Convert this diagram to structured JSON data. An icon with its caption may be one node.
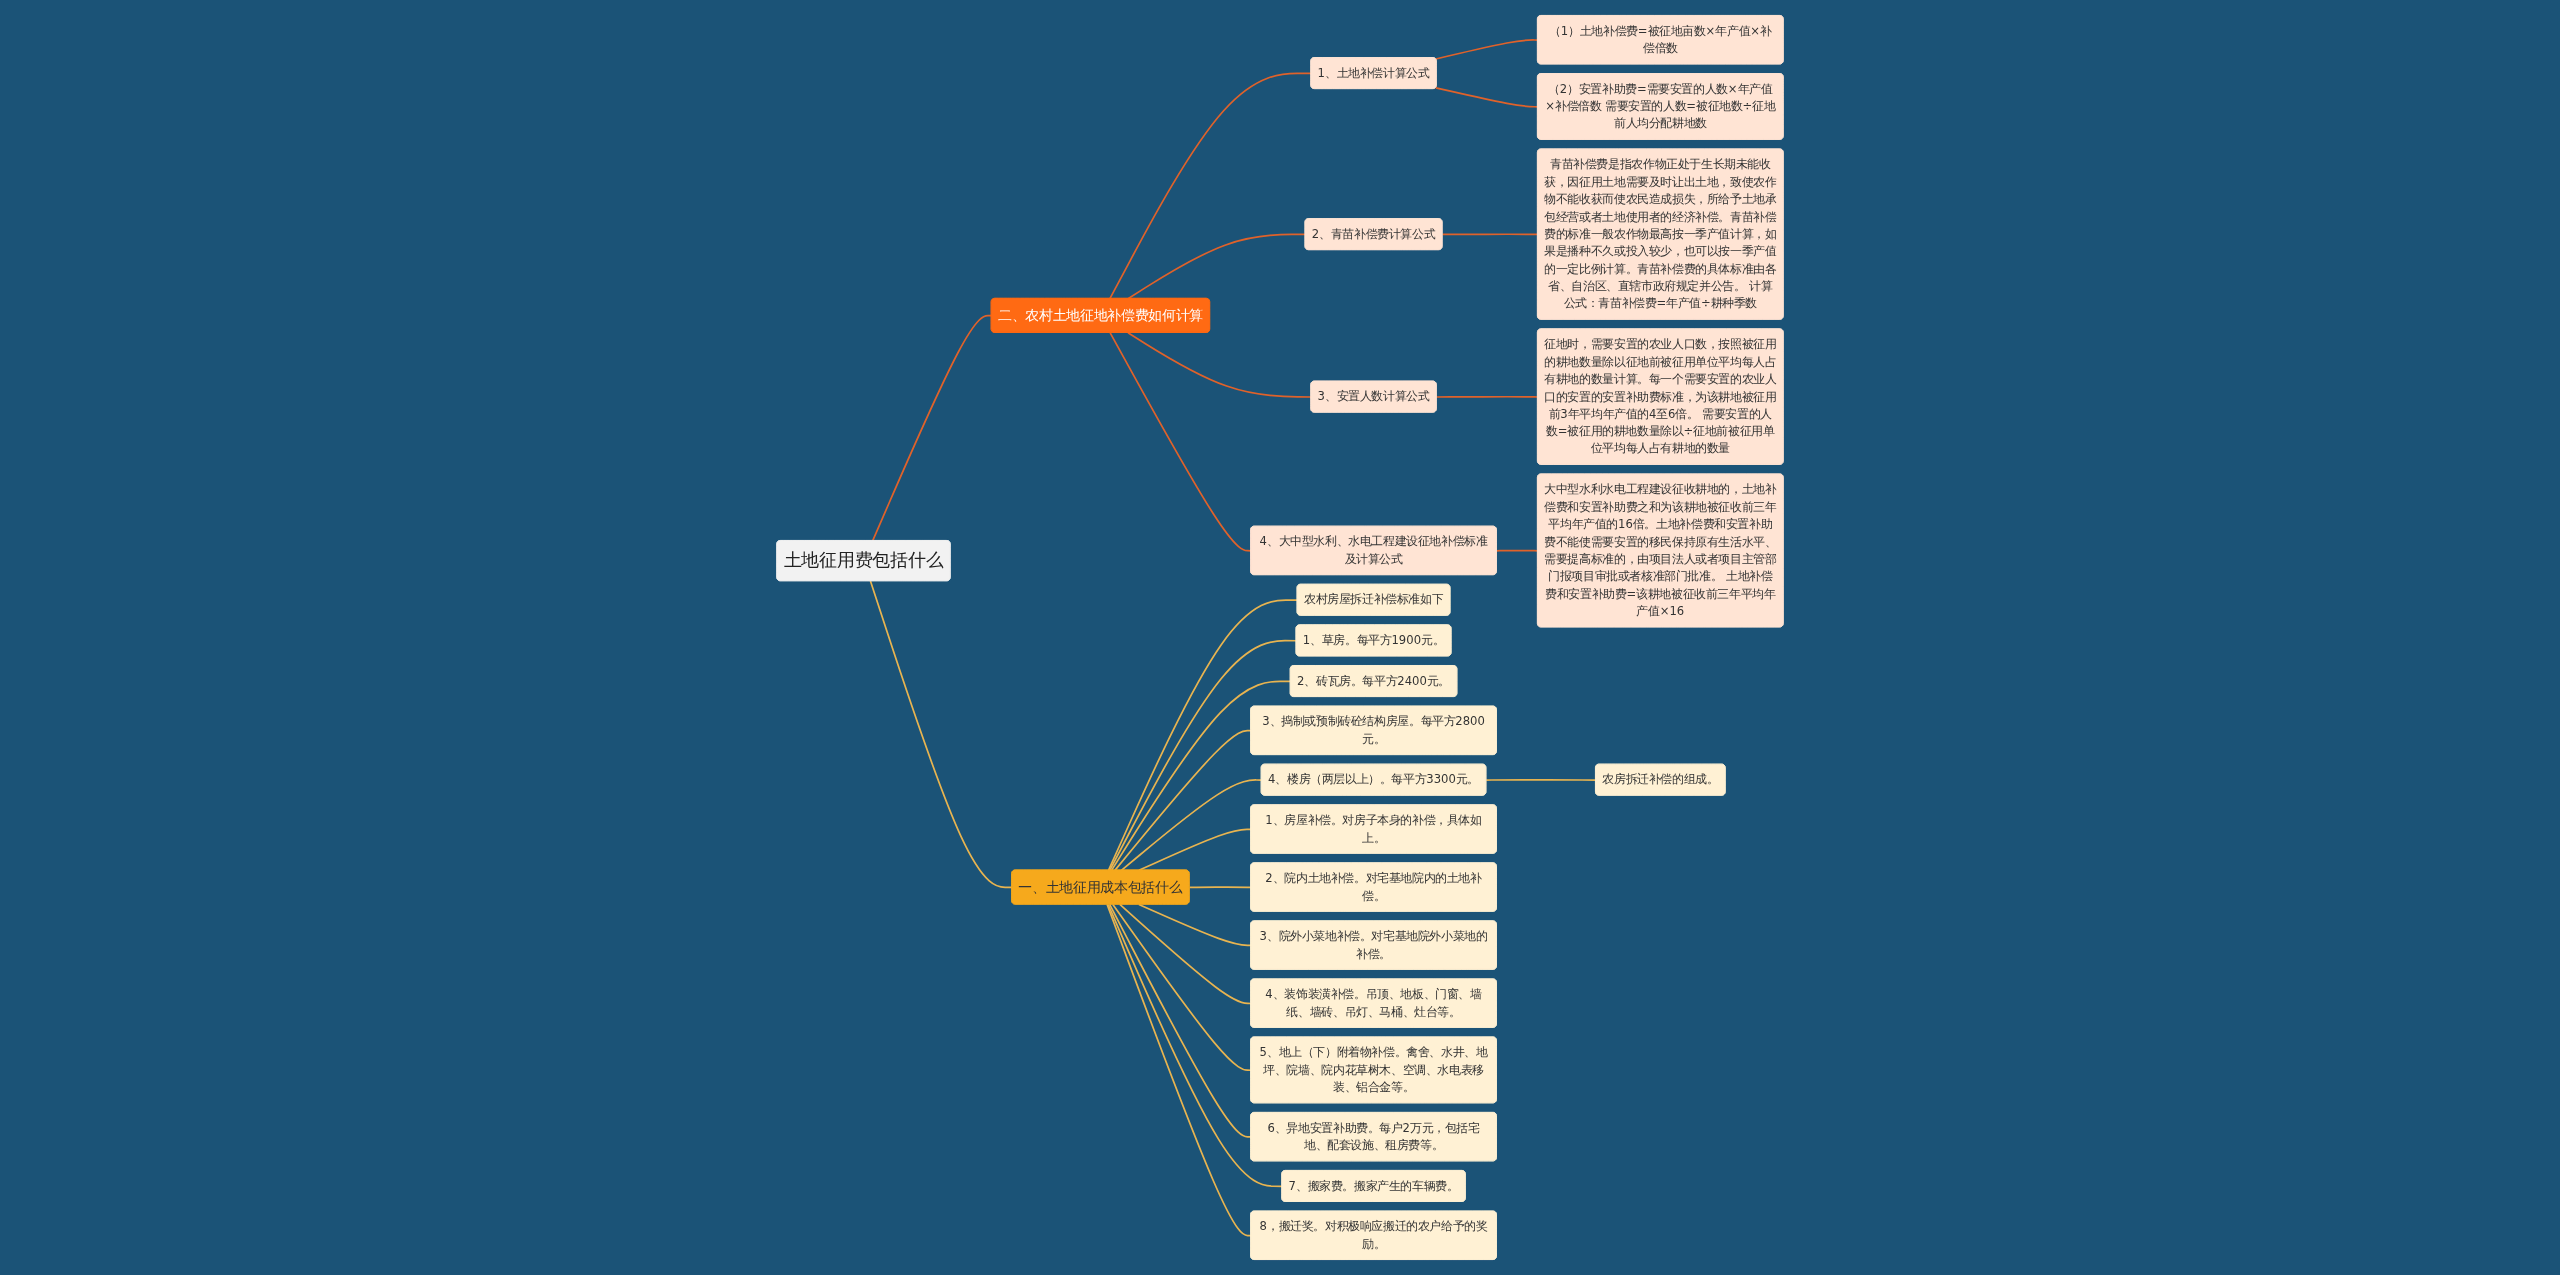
{
  "diagram": {
    "nodes": [
      {
        "text": [
          "土地征用费包括什么"
        ]
      },
      {
        "text": [
          "二、农村土地征地补偿费如何计算"
        ]
      },
      {
        "text": [
          "1、土地补偿计算公式"
        ]
      },
      {
        "text": [
          "（1）土地补偿费=被征地亩数×年产值×补偿倍数"
        ]
      },
      {
        "text": [
          "（2）安置补助费=需要安置的人数×年产值×补偿倍数 需要安置的人数=被征地数÷征地前人均分配耕地数"
        ]
      },
      {
        "text": [
          "2、青苗补偿费计算公式"
        ]
      },
      {
        "text": [
          "青苗补偿费是指农作物正处于生长期未能收获，因征用土地需要及时让出土地，致使农作物不能收获而使农民造成损失，所给予土地承包经营或者土地使用者的经济补偿。青苗补偿费的标准一般农作物最高按一季产值计算，如果是播种不久或投入较少，也可以按一季产值的一定比例计算。青苗补偿费的具体标准由各省、自治区、直辖市政府规定并公告。 计算公式：青苗补偿费=年产值÷耕种季数"
        ]
      },
      {
        "text": [
          "3、安置人数计算公式"
        ]
      },
      {
        "text": [
          "征地时，需要安置的农业人口数，按照被征用的耕地数量除以征地前被征用单位平均每人占有耕地的数量计算。每一个需要安置的农业人口的安置的安置补助费标准，为该耕地被征用前3年平均年产值的4至6倍。 需要安置的人数=被征用的耕地数量除以÷征地前被征用单位平均每人占有耕地的数量"
        ]
      },
      {
        "text": [
          "4、大中型水利、水电工程建设征地补偿标准及计算公式"
        ]
      },
      {
        "text": [
          "大中型水利水电工程建设征收耕地的，土地补偿费和安置补助费之和为该耕地被征收前三年平均年产值的16倍。土地补偿费和安置补助费不能使需要安置的移民保持原有生活水平、需要提高标准的，由项目法人或者项目主管部门报项目审批或者核准部门批准。 土地补偿费和安置补助费=该耕地被征收前三年平均年产值×16"
        ]
      },
      {
        "text": [
          "一、土地征用成本包括什么"
        ]
      },
      {
        "text": [
          "农村房屋拆迁补偿标准如下"
        ]
      },
      {
        "text": [
          "1、草房。每平方1900元。"
        ]
      },
      {
        "text": [
          "2、砖瓦房。每平方2400元。"
        ]
      },
      {
        "text": [
          "3、捣制或预制砖砼结构房屋。每平方2800元。"
        ]
      },
      {
        "text": [
          "4、楼房（两层以上）。每平方3300元。"
        ]
      },
      {
        "text": [
          "农房拆迁补偿的组成。"
        ]
      },
      {
        "text": [
          "1、房屋补偿。对房子本身的补偿，具体如上。"
        ]
      },
      {
        "text": [
          "2、院内土地补偿。对宅基地院内的土地补偿。"
        ]
      },
      {
        "text": [
          "3、院外小菜地补偿。对宅基地院外小菜地的补偿。"
        ]
      },
      {
        "text": [
          "4、装饰装潢补偿。吊顶、地板、门窗、墙纸、墙砖、吊灯、马桶、灶台等。"
        ]
      },
      {
        "text": [
          "5、地上（下）附着物补偿。禽舍、水井、地坪、院墙、院内花草树木、空调、水电表移装、铝合金等。"
        ]
      },
      {
        "text": [
          "6、异地安置补助费。每户2万元，包括宅地、配套设施、租房费等。"
        ]
      },
      {
        "text": [
          "7、搬家费。搬家产生的车辆费。"
        ]
      },
      {
        "text": [
          "8，搬迁奖。对积极响应搬迁的农户给予的奖励。"
        ]
      }
    ],
    "edges": [
      {
        "from": 0,
        "to": 1,
        "arrow": "none",
        "color": "#e0622a"
      },
      {
        "from": 1,
        "to": 2,
        "arrow": "none",
        "color": "#e0622a"
      },
      {
        "from": 2,
        "to": 3,
        "arrow": "none",
        "color": "#e0622a"
      },
      {
        "from": 2,
        "to": 4,
        "arrow": "none",
        "color": "#e0622a"
      },
      {
        "from": 1,
        "to": 5,
        "arrow": "none",
        "color": "#e0622a"
      },
      {
        "from": 5,
        "to": 6,
        "arrow": "none",
        "color": "#e0622a"
      },
      {
        "from": 1,
        "to": 7,
        "arrow": "none",
        "color": "#e0622a"
      },
      {
        "from": 7,
        "to": 8,
        "arrow": "none",
        "color": "#e0622a"
      },
      {
        "from": 1,
        "to": 9,
        "arrow": "none",
        "color": "#e0622a"
      },
      {
        "from": 9,
        "to": 10,
        "arrow": "none",
        "color": "#e0622a"
      },
      {
        "from": 0,
        "to": 11,
        "arrow": "none"
      },
      {
        "from": 11,
        "to": 12,
        "arrow": "none"
      },
      {
        "from": 11,
        "to": 13,
        "arrow": "none"
      },
      {
        "from": 11,
        "to": 14,
        "arrow": "none"
      },
      {
        "from": 11,
        "to": 15,
        "arrow": "none"
      },
      {
        "from": 11,
        "to": 16,
        "arrow": "none"
      },
      {
        "from": 16,
        "to": 17,
        "arrow": "none"
      },
      {
        "from": 11,
        "to": 18,
        "arrow": "none"
      },
      {
        "from": 11,
        "to": 19,
        "arrow": "none"
      },
      {
        "from": 11,
        "to": 20,
        "arrow": "none"
      },
      {
        "from": 11,
        "to": 21,
        "arrow": "none"
      },
      {
        "from": 11,
        "to": 22,
        "arrow": "none"
      },
      {
        "from": 11,
        "to": 23,
        "arrow": "none"
      },
      {
        "from": 11,
        "to": 24,
        "arrow": "none"
      },
      {
        "from": 11,
        "to": 25,
        "arrow": "none"
      }
    ]
  }
}
